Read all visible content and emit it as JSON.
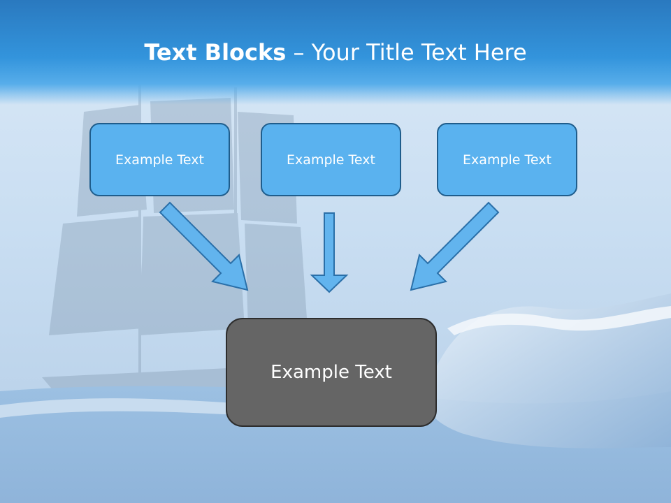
{
  "slide": {
    "title_bold": "Text Blocks",
    "title_dash": " – ",
    "title_rest": "Your Title Text Here"
  },
  "diagram": {
    "top_boxes": [
      {
        "label": "Example Text"
      },
      {
        "label": "Example Text"
      },
      {
        "label": "Example Text"
      }
    ],
    "bottom_box": {
      "label": "Example Text"
    }
  },
  "colors": {
    "title_band": "#3394dc",
    "top_box_fill": "#5ab2ef",
    "top_box_border": "#1f5d8c",
    "bottom_box_fill": "#656565",
    "bottom_box_border": "#2d2d2d",
    "arrow_fill": "#62b4ee",
    "arrow_stroke": "#2a6fa8"
  }
}
